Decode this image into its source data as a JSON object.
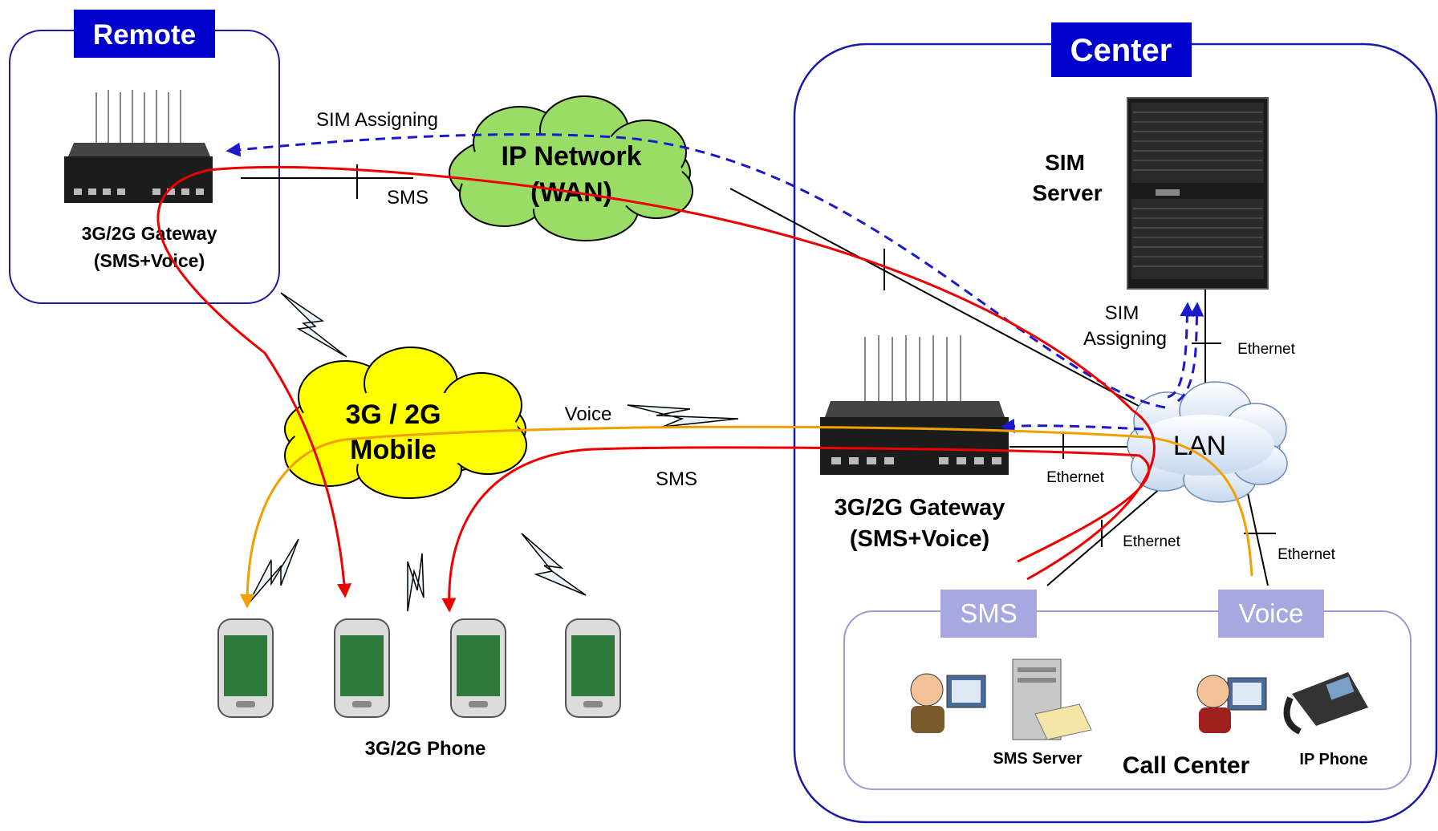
{
  "regions": {
    "remote": {
      "title": "Remote"
    },
    "center": {
      "title": "Center"
    }
  },
  "clouds": {
    "wan": {
      "line1": "IP Network",
      "line2": "(WAN)"
    },
    "mobile": {
      "line1": "3G / 2G",
      "line2": "Mobile"
    },
    "lan": {
      "label": "LAN"
    }
  },
  "devices": {
    "remote_gateway": {
      "line1": "3G/2G Gateway",
      "line2": "(SMS+Voice)"
    },
    "center_gateway": {
      "line1": "3G/2G Gateway",
      "line2": "(SMS+Voice)"
    },
    "sim_server": {
      "line1": "SIM",
      "line2": "Server"
    },
    "phones": {
      "label": "3G/2G Phone"
    },
    "sms_server": {
      "label": "SMS Server"
    },
    "call_center": {
      "label": "Call Center"
    },
    "ip_phone": {
      "label": "IP Phone"
    }
  },
  "tags": {
    "sms": "SMS",
    "voice": "Voice"
  },
  "link_labels": {
    "sim_assigning_top": "SIM Assigning",
    "sms_top": "SMS",
    "voice_mid": "Voice",
    "sms_mid": "SMS",
    "sim_assigning_right_1": "SIM",
    "sim_assigning_right_2": "Assigning",
    "ethernet_sim": "Ethernet",
    "ethernet_gw": "Ethernet",
    "ethernet_sms": "Ethernet",
    "ethernet_voice": "Ethernet"
  },
  "colors": {
    "region_border": "#1a1aa8",
    "title_bg": "#0000cc",
    "wan_cloud": "#99dd66",
    "mobile_cloud": "#ffff00",
    "lan_cloud": "#e6eef8",
    "sms_line": "#ee0000",
    "voice_line": "#f0a000",
    "sim_line": "#1a1acc",
    "tag_bg": "#a8a8e0"
  }
}
